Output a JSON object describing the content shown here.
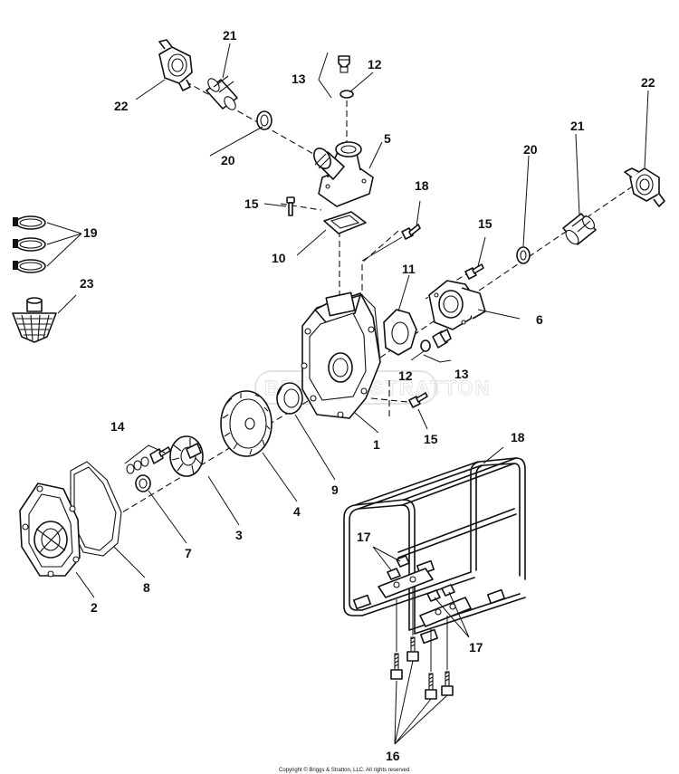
{
  "callouts": {
    "c1": "1",
    "c2": "2",
    "c3": "3",
    "c4": "4",
    "c5": "5",
    "c6": "6",
    "c7": "7",
    "c8": "8",
    "c9": "9",
    "c10": "10",
    "c11": "11",
    "c12a": "12",
    "c12b": "12",
    "c13a": "13",
    "c13b": "13",
    "c14": "14",
    "c15a": "15",
    "c15b": "15",
    "c15c": "15",
    "c16": "16",
    "c17a": "17",
    "c17b": "17",
    "c18a": "18",
    "c18b": "18",
    "c19": "19",
    "c20a": "20",
    "c20b": "20",
    "c21a": "21",
    "c21b": "21",
    "c22a": "22",
    "c22b": "22",
    "c23": "23"
  },
  "copyright": "Copyright © Briggs & Stratton, LLC. All rights reserved.",
  "watermark": "BRIGGS&STRATTON"
}
